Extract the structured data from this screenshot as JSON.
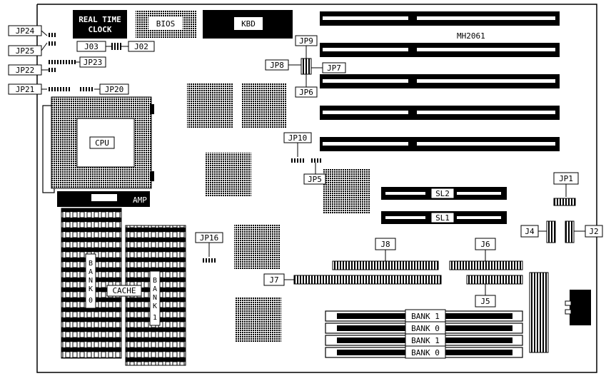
{
  "board": {
    "model": "MH2061",
    "rtc": [
      "REAL TIME",
      "CLOCK"
    ],
    "bios": "BIOS",
    "kbd": "KBD",
    "cpu": "CPU",
    "socket": "AMP",
    "slots_short": [
      "SL2",
      "SL1"
    ],
    "cache": "CACHE",
    "bank0_cache": "BANK 0",
    "bank1_cache": "BANK 1",
    "simm_banks": [
      "BANK 1",
      "BANK 0",
      "BANK 1",
      "BANK 0"
    ]
  },
  "jumpers": {
    "jp24": "JP24",
    "jp25": "JP25",
    "jp22": "JP22",
    "jp21": "JP21",
    "jp23": "JP23",
    "jp20": "JP20",
    "j03": "J03",
    "j02": "J02",
    "jp9": "JP9",
    "jp8": "JP8",
    "jp7": "JP7",
    "jp6": "JP6",
    "jp10": "JP10",
    "jp5": "JP5",
    "jp1": "JP1",
    "jp16": "JP16",
    "j4": "J4",
    "j2": "J2",
    "j8": "J8",
    "j6": "J6",
    "j7": "J7",
    "j5": "J5"
  }
}
